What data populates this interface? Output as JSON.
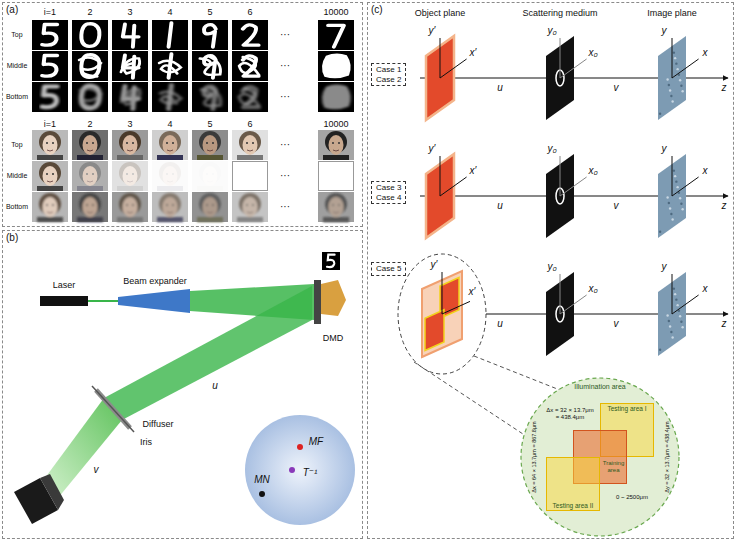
{
  "diagram": {
    "nodes": [
      {
        "text": [
          "(a)"
        ]
      },
      {
        "text": [
          "(b)"
        ]
      },
      {
        "text": [
          "(c)"
        ]
      },
      {
        "text": [
          "Case 1",
          "Case 2"
        ],
        "in": 2
      },
      {
        "text": [
          "Case 3",
          "Case 4"
        ],
        "in": 2
      },
      {
        "text": [
          "Case 5"
        ],
        "in": 2
      },
      {
        "text": [
          "Illumination area"
        ],
        "in": 2
      },
      {
        "text": [
          "Testing area I"
        ],
        "in": 6
      },
      {
        "text": [
          "Training area"
        ],
        "in": 6
      },
      {
        "text": [
          "Testing area II"
        ],
        "in": 6
      }
    ],
    "labels": [
      "i=1",
      "2",
      "3",
      "4",
      "5",
      "6",
      "10000",
      "Top",
      "Middle",
      "Bottom",
      "···",
      "···",
      "···",
      "i=1",
      "2",
      "3",
      "4",
      "5",
      "6",
      "10000",
      "Top",
      "Middle",
      "Bottom",
      "···",
      "···",
      "···",
      "Laser",
      "Beam expander",
      "DMD",
      "u",
      "Diffuser",
      "Iris",
      "v",
      "MF",
      "T⁻¹",
      "MN",
      "Object plane",
      "Scattering medium",
      "Image plane",
      "y′",
      "x′",
      "u",
      "y₀",
      "x₀",
      "v",
      "y",
      "x",
      "z",
      "y′",
      "x′",
      "u",
      "y₀",
      "x₀",
      "v",
      "y",
      "x",
      "z",
      "y′",
      "x′",
      "u",
      "y₀",
      "x₀",
      "v",
      "y",
      "x",
      "z",
      "Δx = 32 × 13.7μm = 438.4μm",
      "Δx = 64 × 13.7μm = 867.8μm",
      "Δy = 32 × 13.7μm = 438.4μm",
      "0 ~ 2500μm"
    ]
  }
}
